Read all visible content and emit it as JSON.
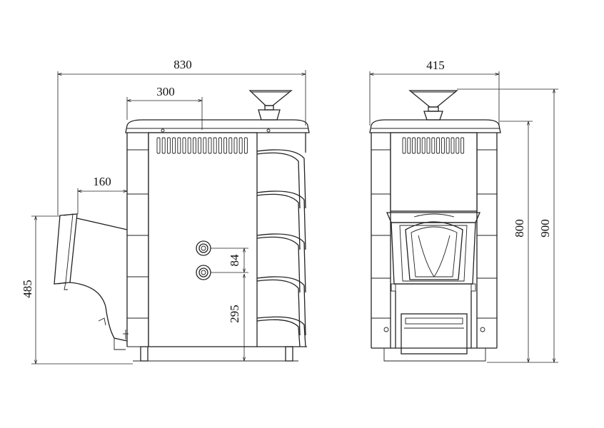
{
  "dimensions": {
    "side_width": "830",
    "top_hopper_offset": "300",
    "chimney_offset": "160",
    "chimney_height": "485",
    "fitting_spacing": "84",
    "fitting_height": "295",
    "front_width": "415",
    "body_height": "800",
    "total_height": "900"
  },
  "colors": {
    "line": "#222222",
    "background": "#ffffff"
  }
}
